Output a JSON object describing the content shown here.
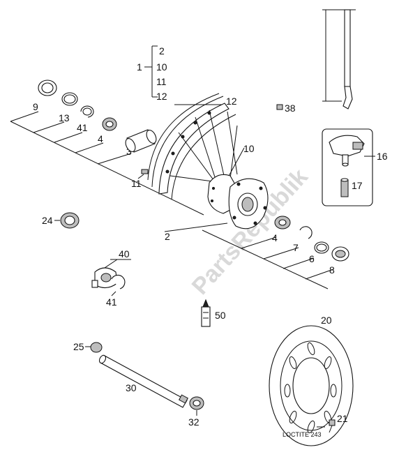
{
  "diagram": {
    "watermark": "PartsRepublik",
    "note": "LOCTITE 243",
    "group_label": "1",
    "group_items": [
      "2",
      "10",
      "11",
      "12"
    ],
    "callouts": {
      "c9": "9",
      "c13": "13",
      "c41a": "41",
      "c4a": "4",
      "c3": "3",
      "c12": "12",
      "c10": "10",
      "c11": "11",
      "c38": "38",
      "c16": "16",
      "c17": "17",
      "c24": "24",
      "c2": "2",
      "c4b": "4",
      "c7": "7",
      "c6": "6",
      "c8": "8",
      "c40": "40",
      "c41b": "41",
      "c50": "50",
      "c20": "20",
      "c25": "25",
      "c30": "30",
      "c32": "32",
      "c21": "21"
    }
  }
}
